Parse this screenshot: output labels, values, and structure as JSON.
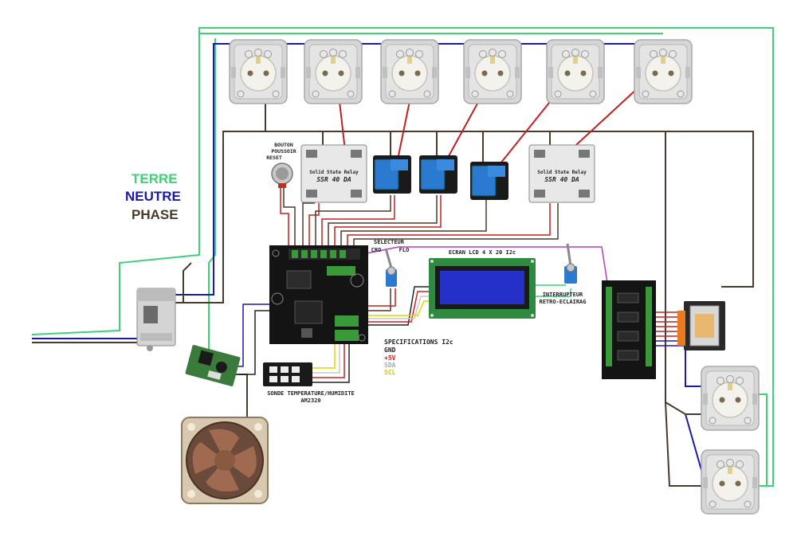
{
  "colors": {
    "terre": "#3fd07a",
    "neutre": "#1a1aa8",
    "phase": "#4a3a2a",
    "signal": "#c02020",
    "i2c_sda": "#c8c8c8",
    "i2c_scl": "#e8d400",
    "i2c_5v": "#d02020",
    "i2c_gnd": "#222222",
    "purple": "#b040c0"
  },
  "legend": {
    "terre": "TERRE",
    "neutre": "NEUTRE",
    "phase": "PHASE"
  },
  "labels": {
    "bouton_1": "BOUTON",
    "bouton_2": "POUSSOIR",
    "bouton_3": "RESET",
    "selecteur_1": "SELECTEUR",
    "selecteur_2": "CRO",
    "selecteur_3": "FLO",
    "ecran": "ECRAN LCD 4 X 20 I2c",
    "interrupteur_1": "INTERRUPTEUR",
    "interrupteur_2": "RETRO-ECLAIRAG",
    "spec_title": "SPECIFICATIONS I2c",
    "spec_gnd": "GND",
    "spec_5v": "+5V",
    "spec_sda": "SDA",
    "spec_scl": "SCL",
    "sonde_1": "SONDE TEMPERATURE/HUMIDITE",
    "sonde_2": "AM2320",
    "ssr_a": "SSR 40 DA",
    "ssr_b": "SSR 40 DA",
    "ssr_sub": "Solid State Relay"
  },
  "icons": [
    "outlet-icon",
    "ssr-relay-icon",
    "relay-module-icon",
    "push-button-icon",
    "toggle-switch-icon",
    "lcd-screen-icon",
    "controller-board-icon",
    "breaker-icon",
    "power-supply-icon",
    "fan-icon",
    "sensor-icon",
    "output-board-icon",
    "transformer-icon"
  ]
}
